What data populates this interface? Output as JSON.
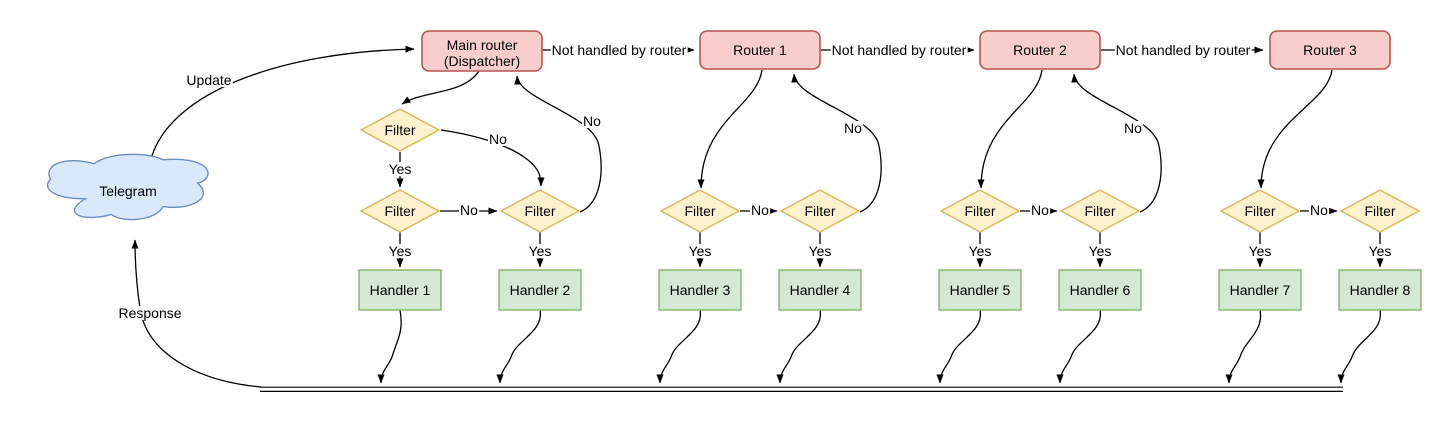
{
  "diagram": {
    "cloud": {
      "label": "Telegram"
    },
    "nodes": {
      "dispatcher": {
        "line1": "Main router",
        "line2": "(Dispatcher)"
      },
      "routers": [
        "Router 1",
        "Router 2",
        "Router 3"
      ],
      "filter_label": "Filter",
      "handlers": [
        "Handler 1",
        "Handler 2",
        "Handler 3",
        "Handler 4",
        "Handler 5",
        "Handler 6",
        "Handler 7",
        "Handler 8"
      ]
    },
    "edge_labels": {
      "update": "Update",
      "response": "Response",
      "yes": "Yes",
      "no": "No",
      "not_handled": "Not handled by router"
    },
    "colors": {
      "router_fill": "#f8cecc",
      "router_stroke": "#b85450",
      "filter_fill": "#fff2cc",
      "filter_stroke": "#d6b656",
      "handler_fill": "#d5e8d4",
      "handler_stroke": "#82b366",
      "cloud_fill": "#dae8fc",
      "cloud_stroke": "#6c8ebf",
      "line": "#000000",
      "label_bg": "#ffffff"
    }
  }
}
